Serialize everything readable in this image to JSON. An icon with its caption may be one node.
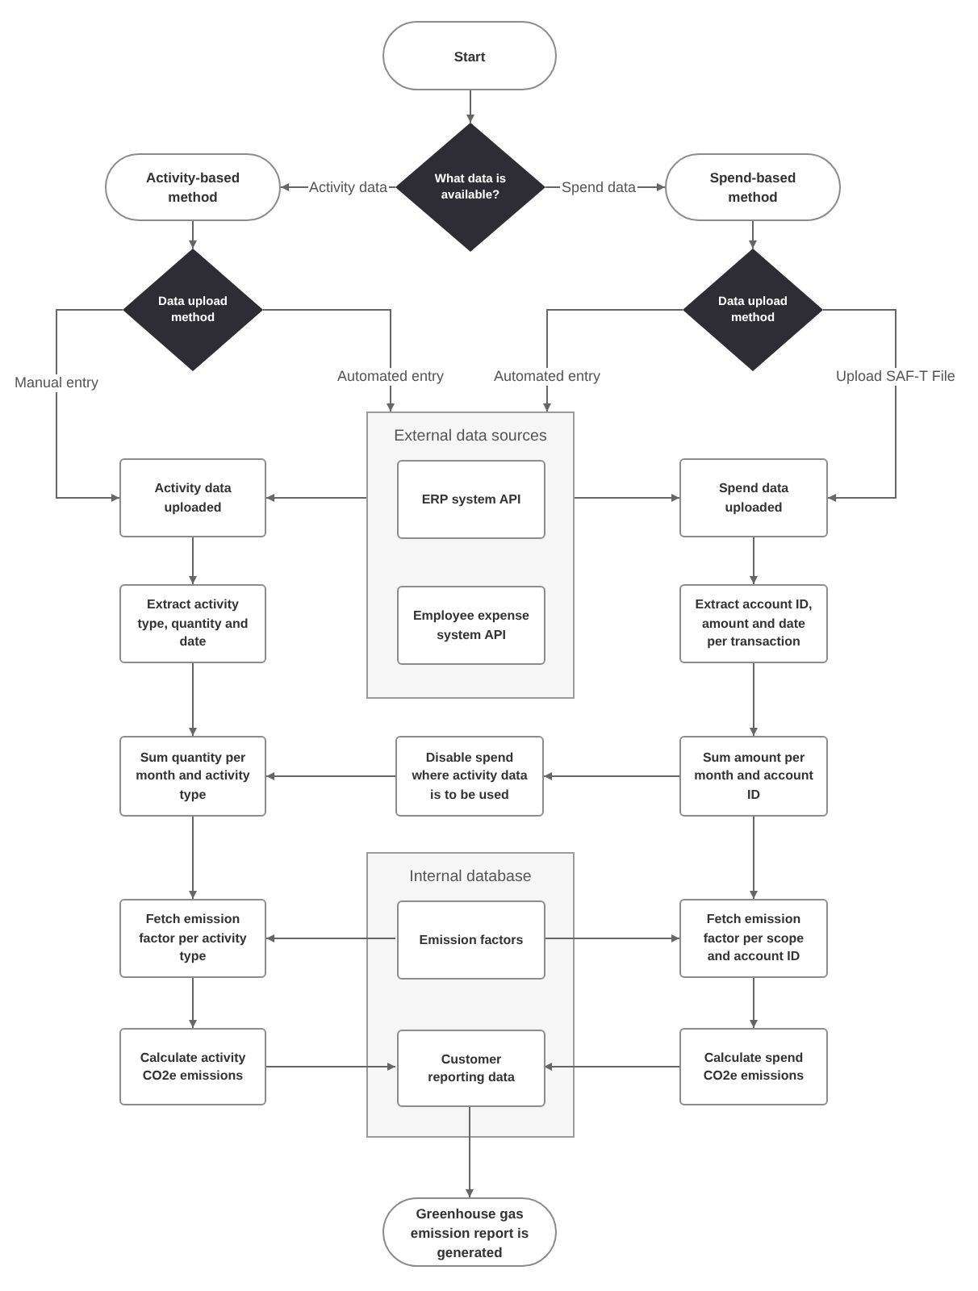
{
  "diagram": {
    "nodes": [
      {
        "text": [
          "Start"
        ]
      },
      {
        "text": [
          "What data is available?"
        ]
      },
      {
        "text": [
          "Activity-based method"
        ]
      },
      {
        "text": [
          "Spend-based method"
        ]
      },
      {
        "text": [
          "Data upload method"
        ]
      },
      {
        "text": [
          "Data upload method"
        ]
      },
      {
        "text": [
          "Activity data uploaded"
        ]
      },
      {
        "text": [
          "External data sources"
        ]
      },
      {
        "text": [
          "ERP system API"
        ],
        "in": 7
      },
      {
        "text": [
          "Employee expense system API"
        ],
        "in": 7
      },
      {
        "text": [
          "Spend data uploaded"
        ]
      },
      {
        "text": [
          "Extract activity type, quantity and date"
        ]
      },
      {
        "text": [
          "Extract account ID, amount and date per transaction"
        ]
      },
      {
        "text": [
          "Sum quantity per month and activity type"
        ]
      },
      {
        "text": [
          "Disable spend where activity data is to be used"
        ]
      },
      {
        "text": [
          "Sum amount per month and account ID"
        ]
      },
      {
        "text": [
          "Fetch emission factor per activity type"
        ]
      },
      {
        "text": [
          "Internal database"
        ]
      },
      {
        "text": [
          "Emission factors"
        ],
        "in": 17
      },
      {
        "text": [
          "Customer reporting data"
        ],
        "in": 17
      },
      {
        "text": [
          "Fetch emission factor per scope and account ID"
        ]
      },
      {
        "text": [
          "Calculate activity CO2e emissions"
        ]
      },
      {
        "text": [
          "Calculate spend CO2e emissions"
        ]
      },
      {
        "text": [
          "Greenhouse gas emission report is generated"
        ]
      }
    ],
    "edges": [
      {
        "from": 0,
        "to": 1,
        "arrow": "to"
      },
      {
        "from": 1,
        "to": 2,
        "arrow": "to",
        "label": "Activity data"
      },
      {
        "from": 1,
        "to": 3,
        "arrow": "to",
        "label": "Spend data"
      },
      {
        "from": 2,
        "to": 4,
        "arrow": "to"
      },
      {
        "from": 3,
        "to": 5,
        "arrow": "to"
      },
      {
        "from": 4,
        "to": 6,
        "arrow": "to",
        "label": "Manual entry"
      },
      {
        "from": 4,
        "to": 7,
        "arrow": "to",
        "label": "Automated entry"
      },
      {
        "from": 5,
        "to": 7,
        "arrow": "to",
        "label": "Automated entry"
      },
      {
        "from": 5,
        "to": 10,
        "arrow": "to",
        "label": "Upload SAF-T File"
      },
      {
        "from": 7,
        "to": 6,
        "arrow": "to"
      },
      {
        "from": 7,
        "to": 10,
        "arrow": "to"
      },
      {
        "from": 6,
        "to": 11,
        "arrow": "to"
      },
      {
        "from": 10,
        "to": 12,
        "arrow": "to"
      },
      {
        "from": 11,
        "to": 13,
        "arrow": "to"
      },
      {
        "from": 12,
        "to": 15,
        "arrow": "to"
      },
      {
        "from": 15,
        "to": 14,
        "arrow": "to"
      },
      {
        "from": 14,
        "to": 13,
        "arrow": "to"
      },
      {
        "from": 13,
        "to": 16,
        "arrow": "to"
      },
      {
        "from": 15,
        "to": 20,
        "arrow": "to"
      },
      {
        "from": 18,
        "to": 16,
        "arrow": "to"
      },
      {
        "from": 18,
        "to": 20,
        "arrow": "to"
      },
      {
        "from": 16,
        "to": 21,
        "arrow": "to"
      },
      {
        "from": 20,
        "to": 22,
        "arrow": "to"
      },
      {
        "from": 21,
        "to": 19,
        "arrow": "to"
      },
      {
        "from": 22,
        "to": 19,
        "arrow": "to"
      },
      {
        "from": 19,
        "to": 23,
        "arrow": "to"
      }
    ]
  }
}
